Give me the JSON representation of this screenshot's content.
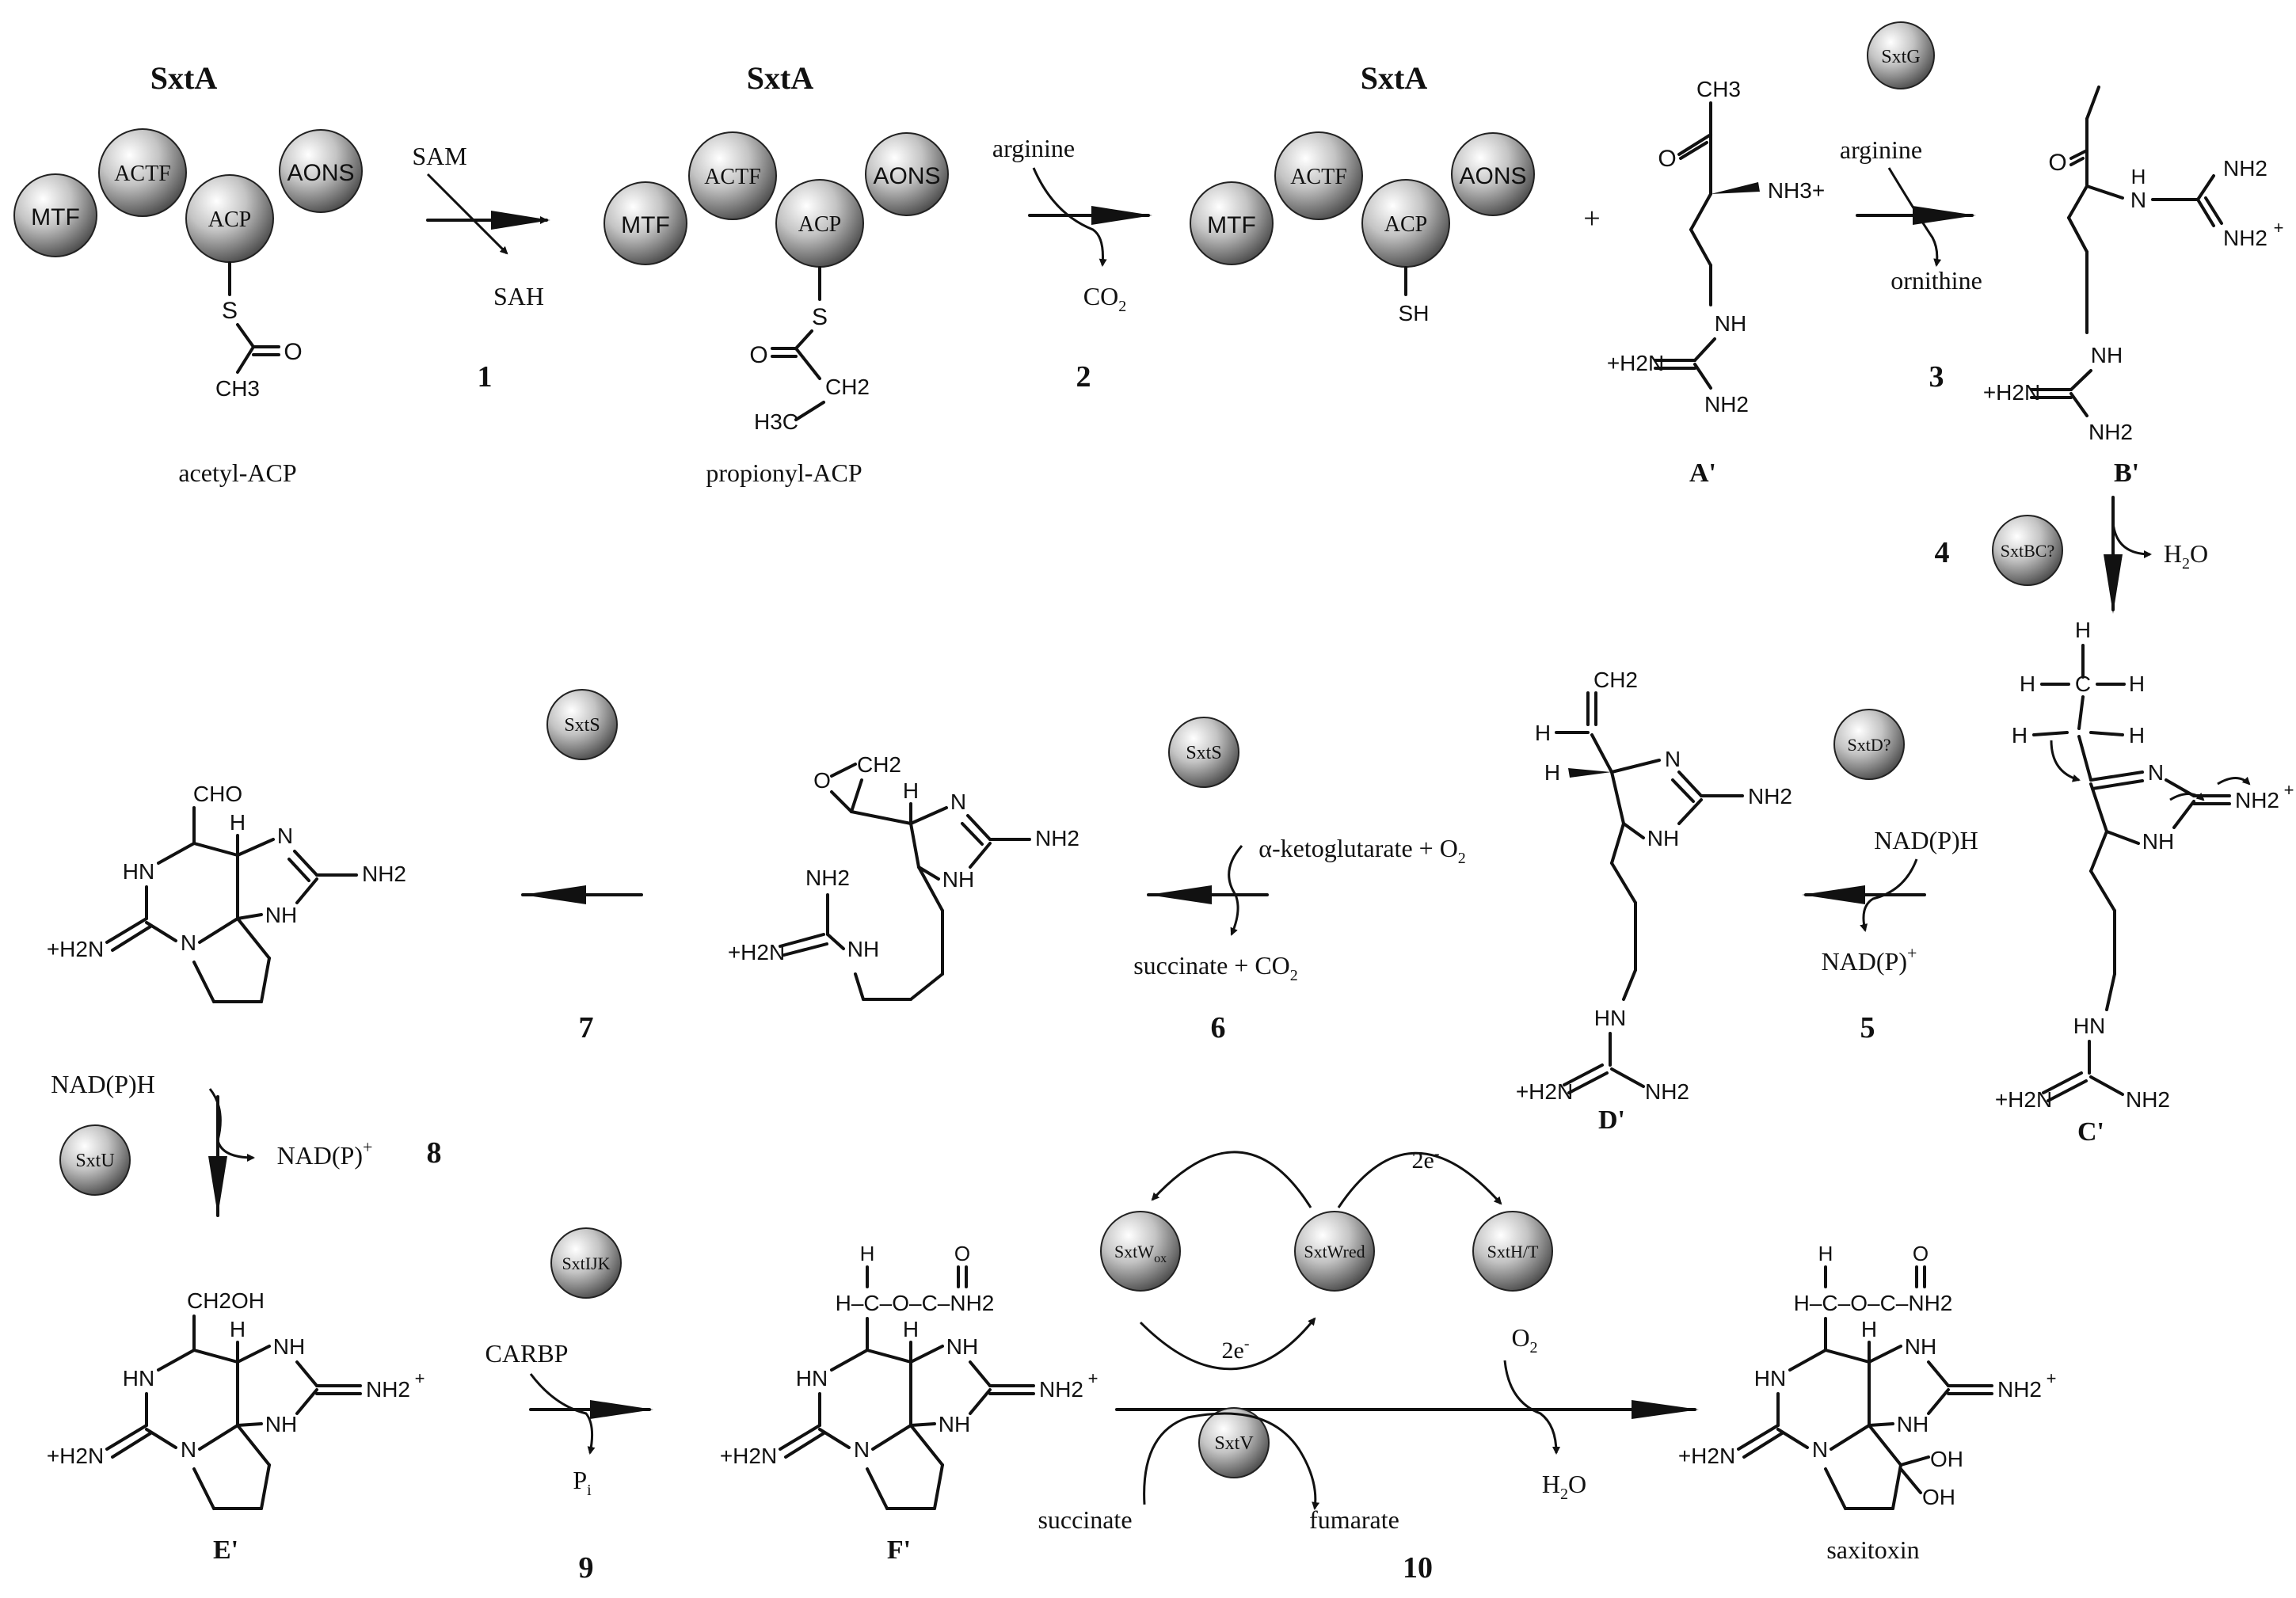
{
  "enzymes": {
    "sxta_title": "SxtA",
    "mtf": "MTF",
    "actf": "ACTF",
    "acp": "ACP",
    "aons": "AONS",
    "sxtg": "SxtG",
    "sxtbc": "SxtBC?",
    "sxtd": "SxtD?",
    "sxts": "SxtS",
    "sxtu": "SxtU",
    "sxtijk": "SxtIJK",
    "sxtw_ox_base": "SxtW",
    "sxtw_ox_sub": "ox",
    "sxtw_red": "SxtWred",
    "sxtht": "SxtH/T",
    "sxtv": "SxtV"
  },
  "steps": {
    "s1": "1",
    "s2": "2",
    "s3": "3",
    "s4": "4",
    "s5": "5",
    "s6": "6",
    "s7": "7",
    "s8": "8",
    "s9": "9",
    "s10": "10"
  },
  "compounds": {
    "acetyl_acp": "acetyl-ACP",
    "propionyl_acp": "propionyl-ACP",
    "a_prime": "A'",
    "b_prime": "B'",
    "c_prime": "C'",
    "d_prime": "D'",
    "e_prime": "E'",
    "f_prime": "F'",
    "saxitoxin": "saxitoxin",
    "plus": "+"
  },
  "reagents": {
    "sam": "SAM",
    "sah": "SAH",
    "arginine": "arginine",
    "co2_base": "CO",
    "ornithine": "ornithine",
    "h2o_base": "H",
    "h2o_end": "O",
    "nadph": "NAD(P)H",
    "nadp_base": "NAD(P)",
    "akg_base": "α-ketoglutarate + O",
    "succ_co2_base": "succinate + CO",
    "carbp": "CARBP",
    "pi_base": "P",
    "pi_sub": "i",
    "succinate": "succinate",
    "fumarate": "fumarate",
    "o2_base": "O",
    "two_e": "2e",
    "sub2": "2",
    "sup_plus": "+",
    "sup_minus": "-"
  },
  "atoms": {
    "s": "S",
    "o": "O",
    "ch3": "CH3",
    "ch2": "CH2",
    "h3c": "H3C",
    "sh": "SH",
    "nh3": "NH3+",
    "nh": "NH",
    "hn": "HN",
    "nh2": "NH2",
    "nh2plus": "=NH2+",
    "h2n_plus": "+H2N",
    "n": "N",
    "h": "H",
    "cho": "CHO",
    "ch2oh": "CH2OH",
    "oh": "OH",
    "carbamate": "H–C–O–C–NH2"
  }
}
